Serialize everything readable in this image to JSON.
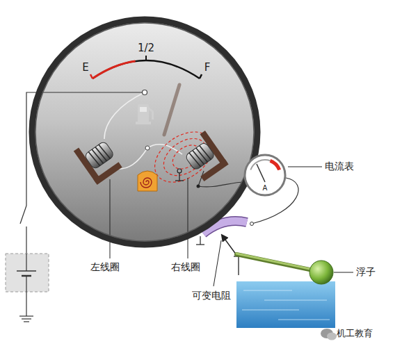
{
  "diagram": {
    "nodes": [
      {
        "text": [
          "E",
          "1/2",
          "F"
        ]
      },
      {
        "text": [
          "A"
        ]
      }
    ],
    "labels": [
      "左线圈",
      "右线圈",
      "可变电阻",
      "电流表",
      "浮子",
      "机工教育"
    ]
  }
}
